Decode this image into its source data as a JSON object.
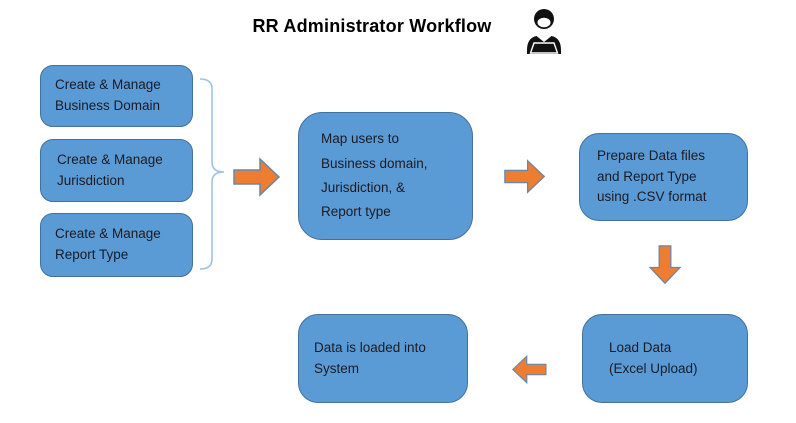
{
  "header": {
    "title": "RR Administrator Workflow",
    "icon": "admin-user-icon"
  },
  "colors": {
    "box_fill": "#5B9BD5",
    "box_border": "#41719C",
    "arrow_fill": "#ED7D31",
    "arrow_border": "#6A86A9",
    "brace": "#9DC3E6",
    "box_text": "#1B1B24",
    "title_text": "#000000",
    "background": "#FFFFFF"
  },
  "boxes": [
    {
      "id": "create-manage-business-domain",
      "label": "Create & Manage\nBusiness Domain"
    },
    {
      "id": "create-manage-jurisdiction",
      "label": "Create & Manage\nJurisdiction"
    },
    {
      "id": "create-manage-report-type",
      "label": "Create & Manage\nReport Type"
    },
    {
      "id": "map-users",
      "label": "Map users to\nBusiness domain,\nJurisdiction, &\nReport type"
    },
    {
      "id": "prepare-data-files",
      "label": "Prepare Data files\nand Report Type\nusing .CSV format"
    },
    {
      "id": "load-data",
      "label": "Load Data\n(Excel Upload)"
    },
    {
      "id": "data-loaded",
      "label": "Data is loaded into\nSystem"
    }
  ],
  "connectors": [
    {
      "type": "brace",
      "from": "create-manage group",
      "to": "map-users"
    },
    {
      "type": "right-arrow",
      "from": "create-manage group",
      "to": "map-users"
    },
    {
      "type": "right-arrow",
      "from": "map-users",
      "to": "prepare-data-files"
    },
    {
      "type": "down-arrow",
      "from": "prepare-data-files",
      "to": "load-data"
    },
    {
      "type": "left-arrow",
      "from": "load-data",
      "to": "data-loaded"
    }
  ]
}
